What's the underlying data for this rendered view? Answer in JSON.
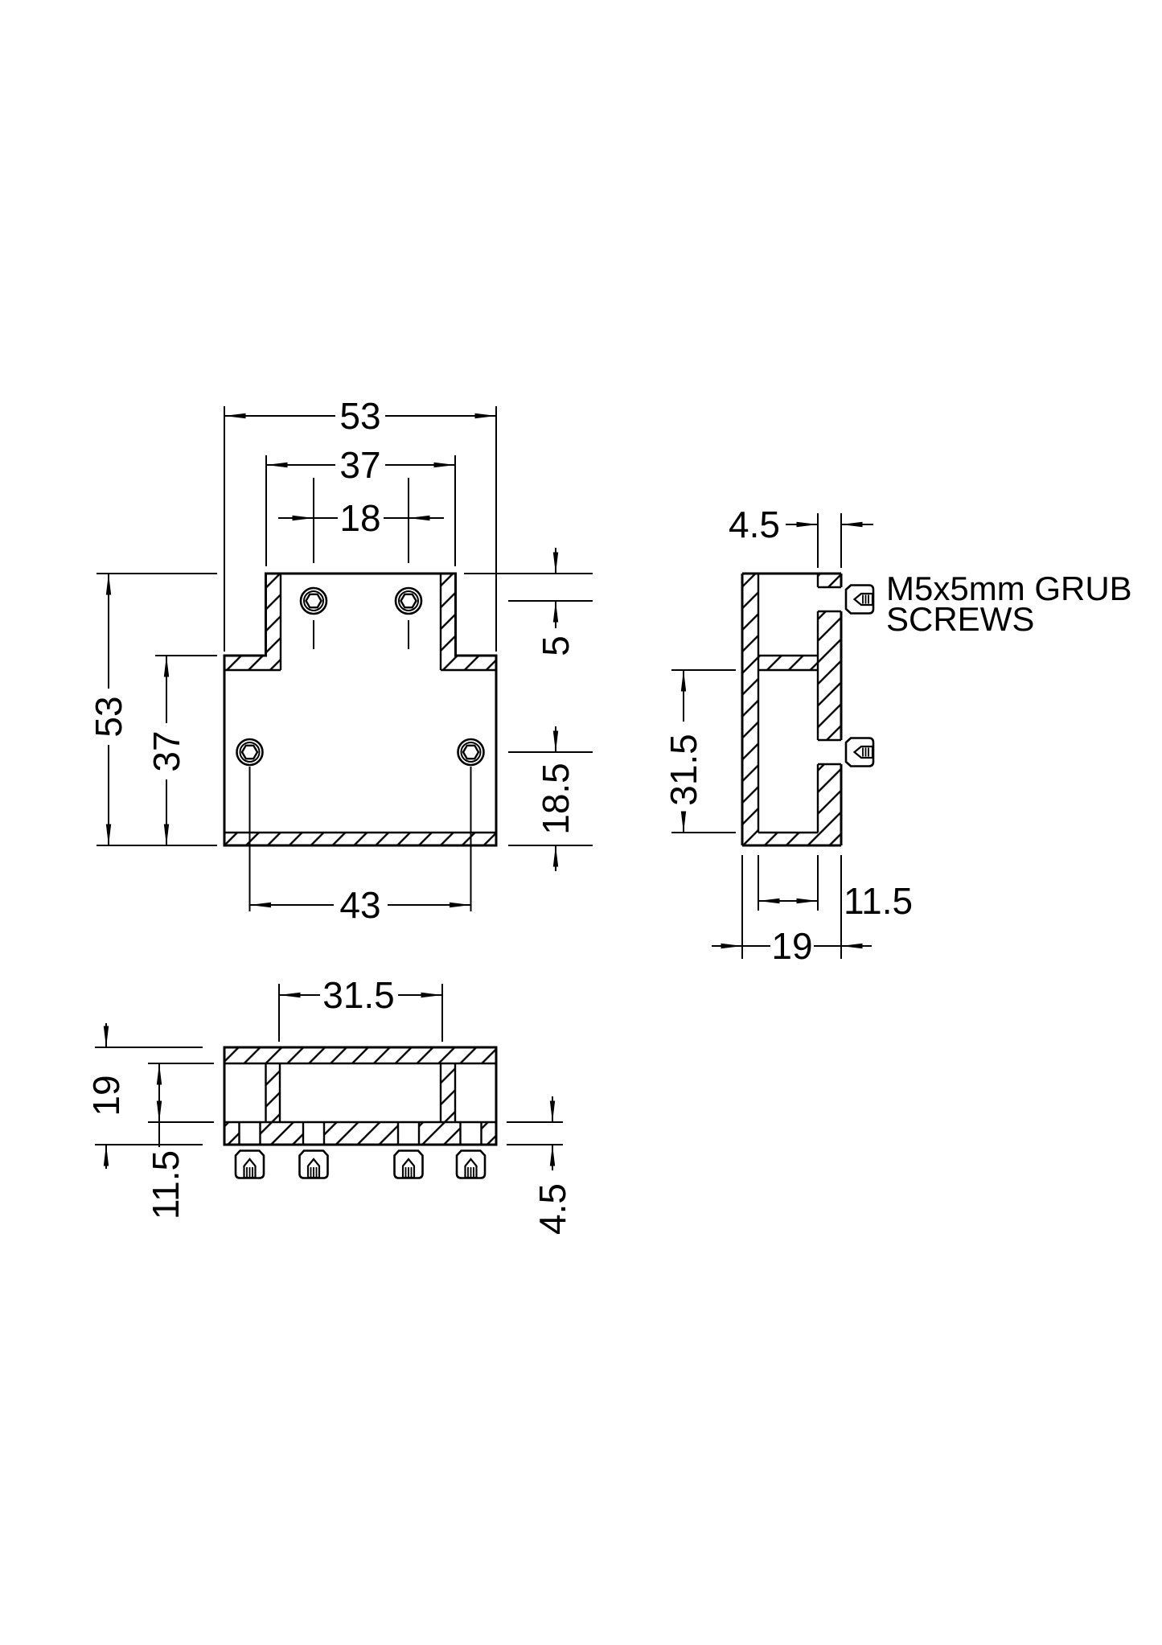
{
  "drawing": {
    "background": "#ffffff",
    "line_color": "#000000",
    "front_view": {
      "dim_overall_width": "53",
      "dim_upper_width": "37",
      "dim_top_hole_spacing": "18",
      "dim_overall_height": "53",
      "dim_lower_height": "37",
      "dim_top_hole_offset": "5",
      "dim_bottom_hole_offset": "18.5",
      "dim_bottom_hole_spacing": "43"
    },
    "side_view": {
      "dim_wall_thickness": "4.5",
      "dim_slot_height": "31.5",
      "dim_inner_width": "11.5",
      "dim_overall_depth": "19",
      "grub_screw_note_line1": "M5x5mm GRUB",
      "grub_screw_note_line2": "SCREWS"
    },
    "bottom_view": {
      "dim_slot_width": "31.5",
      "dim_overall_depth": "19",
      "dim_inner_depth": "11.5",
      "dim_base_thickness": "4.5"
    }
  }
}
